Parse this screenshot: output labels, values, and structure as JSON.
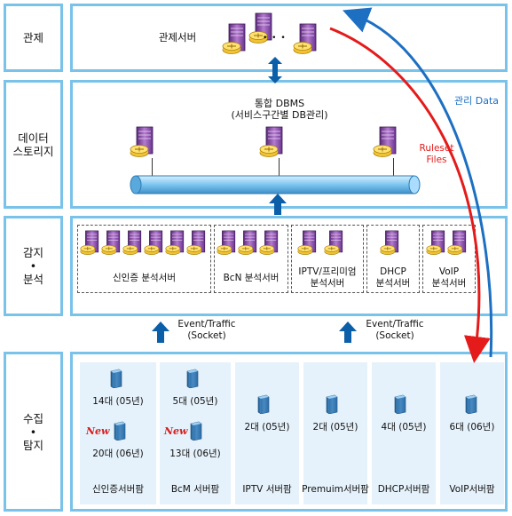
{
  "tiers": [
    {
      "label": "관제"
    },
    {
      "label": "데이터\n스토리지"
    },
    {
      "label": "감지\n•\n분석"
    },
    {
      "label": "수집\n•\n탐지"
    }
  ],
  "control": {
    "server_label": "관제서버",
    "ellipsis": "• • •"
  },
  "storage": {
    "dbms_title": "통합 DBMS",
    "dbms_subtitle": "(서비스구간별 DB관리)",
    "ruleset": "Ruleset\nFiles"
  },
  "mgmt_data": "관리 Data",
  "analysis": {
    "boxes": [
      {
        "label": "신인증 분석서버"
      },
      {
        "label": "BcN 분석서버"
      },
      {
        "label": "IPTV/프리미엄\n분석서버"
      },
      {
        "label": "DHCP\n분석서버"
      },
      {
        "label": "VoIP\n분석서버"
      }
    ]
  },
  "event_traffic": "Event/Traffic\n(Socket)",
  "collection": {
    "farms": [
      {
        "rows": [
          {
            "count": "14대 (05년)"
          },
          {
            "count": "20대 (06년)",
            "badge": "New"
          }
        ],
        "label": "신인증서버팜"
      },
      {
        "rows": [
          {
            "count": "5대 (05년)"
          },
          {
            "count": "13대 (06년)",
            "badge": "New"
          }
        ],
        "label": "BcM 서버팜"
      },
      {
        "rows": [
          {
            "count": "2대 (05년)"
          }
        ],
        "label": "IPTV 서버팜"
      },
      {
        "rows": [
          {
            "count": "2대 (05년)"
          }
        ],
        "label": "Premuim서버팜"
      },
      {
        "rows": [
          {
            "count": "4대 (05년)"
          }
        ],
        "label": "DHCP서버팜"
      },
      {
        "rows": [
          {
            "count": "6대 (06년)"
          }
        ],
        "label": "VoIP서버팜"
      }
    ]
  },
  "colors": {
    "tier_border": "#79c2ea",
    "red_arrow": "#e51a1a",
    "blue_arrow": "#1d6fc2",
    "up_arrow": "#0b5fa8",
    "farm_bg": "#e6f2fb"
  }
}
